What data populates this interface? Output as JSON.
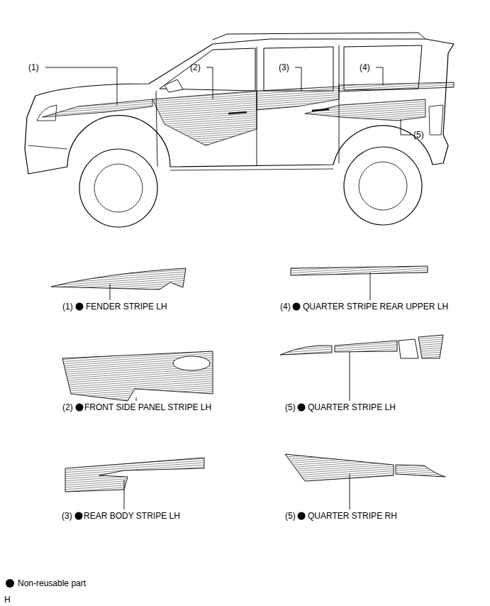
{
  "diagram": {
    "labels": [
      "(1)",
      "(2)",
      "(3)",
      "(4)",
      "(5)",
      "(1)",
      "FENDER STRIPE LH",
      "(4)",
      "QUARTER STRIPE REAR UPPER LH",
      "(2)",
      "FRONT SIDE PANEL STRIPE LH",
      "(5)",
      "QUARTER STRIPE LH",
      "(3)",
      "REAR BODY STRIPE LH",
      "(5)",
      "QUARTER STRIPE RH",
      "H"
    ],
    "legend": [
      {
        "text": "Non-reusable part",
        "color": "#000000"
      }
    ]
  }
}
